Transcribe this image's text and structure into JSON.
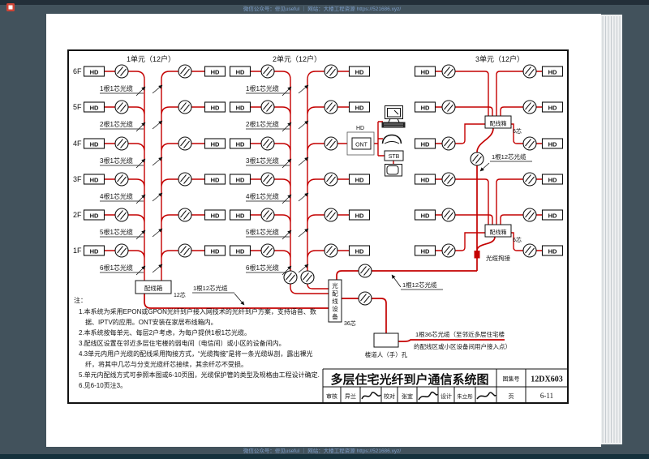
{
  "watermark": {
    "text": "微信公众号：修见useful ｜ 网站：大楼工程资源 https://521686.xyz/"
  },
  "drawing": {
    "units": [
      "1单元（12户）",
      "2单元（12户）",
      "3单元（12户）"
    ],
    "floors": [
      "6F",
      "5F",
      "4F",
      "3F",
      "2F",
      "1F"
    ],
    "hd": "HD",
    "ont": "ONT",
    "stb": "STB",
    "cable_labels": [
      "1根1芯光缆",
      "2根1芯光缆",
      "3根1芯光缆",
      "4根1芯光缆",
      "5根1芯光缆",
      "6根1芯光缆"
    ],
    "dist_box": "配线箱",
    "cores12": "12芯",
    "cores6": "6芯",
    "cores36": "36芯",
    "odf_chars": [
      "光",
      "配",
      "线",
      "设",
      "备"
    ],
    "cable12": "1根12芯光缆",
    "tap": "光缆掏接",
    "manhole": "楼道人（手）孔",
    "cable36_1": "1根36芯光缆（至邻近多层住宅楼",
    "cable36_2": "的配线区或小区设备间用户接入点）",
    "notes_head": "注：",
    "notes": [
      "1.本系统为采用EPON或GPON光纤到户接入网技术的光纤到户方案，支持语音、数",
      "据、IPTV的应用。ONT安装在家居布线箱内。",
      "2.本系统按每单元、每层2户考虑，为每户提供1根1芯光缆。",
      "3.配线区设置在邻近多层住宅楼的弱电间（电信间）或小区的设备间内。",
      "4.3单元内用户光缆的配线采用掏接方式，“光缆掏接”是将一条光缆纵剖，露出裸光",
      "纤，将其中几芯与分支光缆纤芯接续，其余纤芯不受损。",
      "5.单元内配线方式可参照本图或6-10页图，光缆保护管的类型及规格由工程设计确定.",
      "6.见6-10页注3。"
    ]
  },
  "titleblock": {
    "title": "多层住宅光纤到户通信系统图",
    "atlas_label": "图集号",
    "atlas_no": "12DX603",
    "page_label": "页",
    "page_no": "6-11",
    "reviewer_label": "审核",
    "reviewer": "异兰",
    "checker_label": "校对",
    "checker": "张宜",
    "designer_label": "设计",
    "designer": "朱立彤"
  }
}
